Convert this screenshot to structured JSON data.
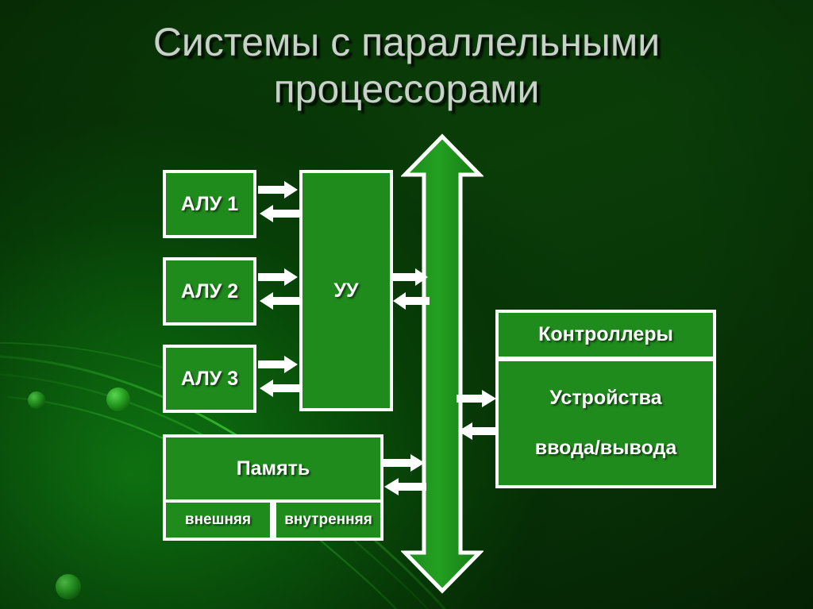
{
  "slide": {
    "title": "Системы с параллельными процессорами",
    "background_color": "#0a3d08",
    "box_fill_color": "#1f8b1d",
    "box_border_color": "#ffffff",
    "title_color": "#c9cfc9",
    "arrow_color": "#ffffff"
  },
  "diagram": {
    "processors": [
      {
        "id": "alu-1",
        "label": "АЛУ 1"
      },
      {
        "id": "alu-2",
        "label": "АЛУ 2"
      },
      {
        "id": "alu-3",
        "label": "АЛУ 3"
      }
    ],
    "control_unit": {
      "id": "uu",
      "label": "УУ"
    },
    "memory": {
      "id": "memory",
      "label": "Память",
      "parts": [
        {
          "id": "memory-external",
          "label": "внешняя"
        },
        {
          "id": "memory-internal",
          "label": "внутренняя"
        }
      ]
    },
    "peripherals": {
      "controllers": {
        "id": "controllers",
        "label": "Контроллеры"
      },
      "io_devices": {
        "id": "io-devices",
        "label_line_1": "Устройства",
        "label_line_2": "ввода/вывода"
      }
    },
    "bus": {
      "id": "system-bus",
      "icon": "double-headed-vertical-arrow",
      "direction": "bidirectional"
    },
    "connections": [
      {
        "id": "alu1-uu",
        "from": "alu-1",
        "to": "uu",
        "icon": "bidirectional-horizontal-arrows"
      },
      {
        "id": "alu2-uu",
        "from": "alu-2",
        "to": "uu",
        "icon": "bidirectional-horizontal-arrows"
      },
      {
        "id": "alu3-uu",
        "from": "alu-3",
        "to": "uu",
        "icon": "bidirectional-horizontal-arrows"
      },
      {
        "id": "uu-bus",
        "from": "uu",
        "to": "system-bus",
        "icon": "bidirectional-horizontal-arrows"
      },
      {
        "id": "memory-bus",
        "from": "memory",
        "to": "system-bus",
        "icon": "bidirectional-horizontal-arrows"
      },
      {
        "id": "bus-io",
        "from": "system-bus",
        "to": "io-devices",
        "icon": "bidirectional-horizontal-arrows"
      }
    ]
  }
}
